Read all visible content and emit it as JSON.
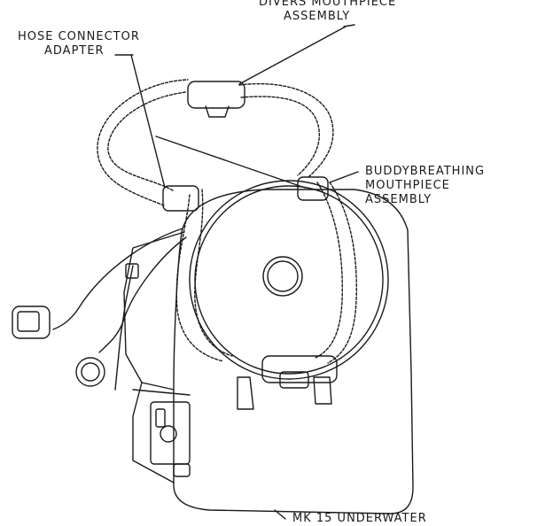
{
  "labels": {
    "divers_mouthpiece_line1": "DIVERS MOUTHPIECE",
    "divers_mouthpiece_line2": "ASSEMBLY",
    "hose_connector_line1": "HOSE CONNECTOR",
    "hose_connector_line2": "ADAPTER",
    "buddy_line1": "BUDDYBREATHING",
    "buddy_line2": "MOUTHPIECE",
    "buddy_line3": "ASSEMBLY",
    "bottom_line": "MK 15 UNDERWATER"
  },
  "colors": {
    "ink": "#1a1a1a",
    "paper": "#ffffff"
  }
}
